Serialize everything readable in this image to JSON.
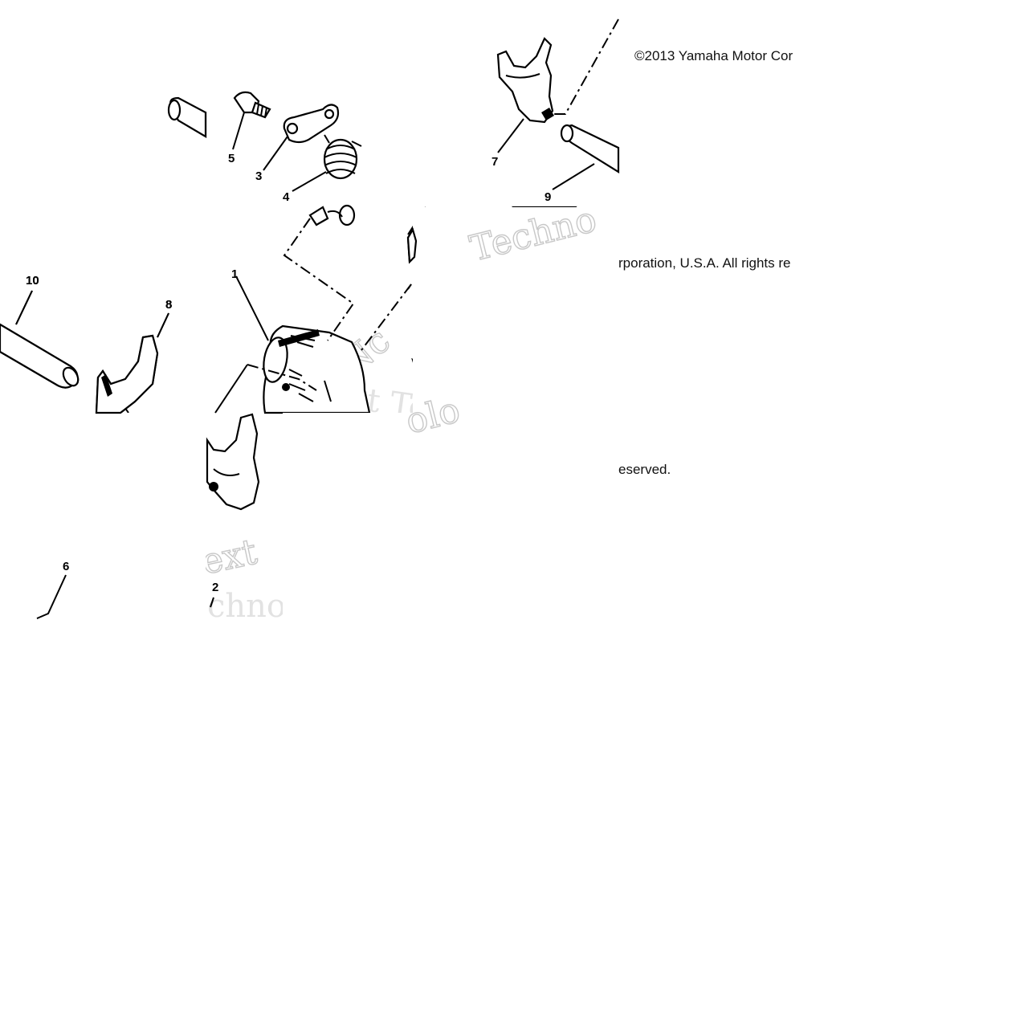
{
  "copyright": {
    "line1": "©2013 Yamaha Motor Cor",
    "line2": "rporation, U.S.A. All rights re",
    "line3": "eserved."
  },
  "callouts": [
    "1",
    "2",
    "3",
    "4",
    "5",
    "6",
    "7",
    "8",
    "9",
    "10"
  ],
  "watermarks": {
    "w1": "Techno",
    "w2": "ext",
    "w3": "chnolo",
    "w4": "Next Te",
    "w5": "olo",
    "w6": "Nc"
  },
  "colors": {
    "ink": "#000000",
    "watermark": "#c8c8c8",
    "background": "#ffffff"
  }
}
